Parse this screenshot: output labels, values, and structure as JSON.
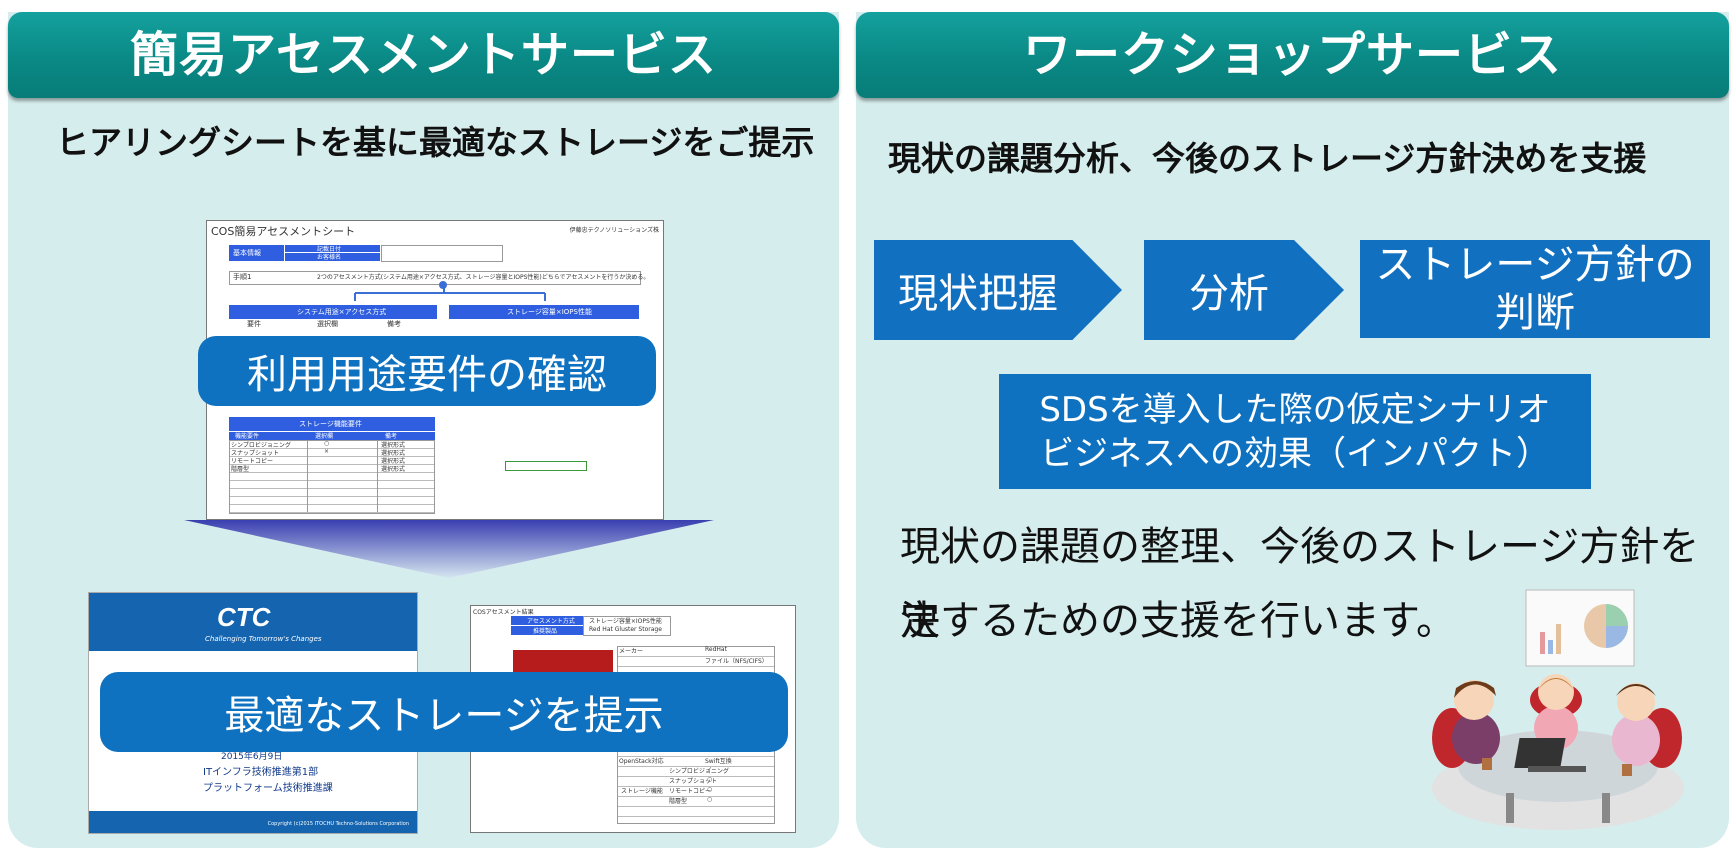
{
  "left": {
    "title": "簡易アセスメントサービス",
    "subtitle": "ヒアリングシートを基に最適なストレージをご提示",
    "sheet": {
      "title": "COS簡易アセスメントシート",
      "corner": "伊藤忠テクノソリューションズ株",
      "row1a": "基本情報",
      "row1b": "記載日付",
      "row1c": "お客様名",
      "step": "手順1",
      "step_text": "2つのアセスメント方式(システム用途×アクセス方式、ストレージ容量とIOPS性能)どちらでアセスメントを行うか決める。",
      "tbl_left": "システム用途×アクセス方式",
      "tbl_right": "ストレージ容量×IOPS性能",
      "col_a": "要件",
      "col_b": "選択欄",
      "col_c": "備考",
      "func_title": "ストレージ機能要件",
      "func_cols": [
        "機能要件",
        "選択欄",
        "備考"
      ],
      "func_rows": [
        [
          "シンプロビジョニング",
          "○",
          "選択形式"
        ],
        [
          "スナップショット",
          "×",
          "選択形式"
        ],
        [
          "リモートコピー",
          "",
          "選択形式"
        ],
        [
          "階層型",
          "",
          "選択形式"
        ]
      ]
    },
    "callout1": "利用用途要件の確認",
    "callout2": "最適なストレージを提示",
    "report": {
      "logo": "CTC",
      "tagline": "Challenging Tomorrow's Changes",
      "date": "2015年6月9日",
      "dept1": "ITインフラ技術推進第1部",
      "dept2": "プラットフォーム技術推進課",
      "copyright": "Copyright (c)2015 ITOCHU Techno-Solutions Corporation"
    },
    "result": {
      "title": "COSアセスメント結果",
      "r1a": "アセスメント方式",
      "r1b": "ストレージ容量×IOPS性能",
      "r2a": "推奨製品",
      "r2b": "Red Hat Gluster Storage",
      "maker_label": "メーカー",
      "maker_value": "RedHat",
      "file_label": "ファイル（NFS/CIFS）",
      "openstack_label": "OpenStack対応",
      "openstack_value": "Swift互換",
      "func_label": "ストレージ機能",
      "funcs": [
        "シンプロビジョニング",
        "スナップショット",
        "リモートコピー",
        "階層型"
      ],
      "marks": [
        "✓",
        "○",
        "○",
        "○"
      ]
    }
  },
  "right": {
    "title": "ワークショップサービス",
    "subtitle": "現状の課題分析、今後のストレージ方針決めを支援",
    "step1": "現状把握",
    "step2": "分析",
    "step3_line1": "ストレージ方針の",
    "step3_line2": "判断",
    "box_line1": "SDSを導入した際の仮定シナリオ",
    "box_line2": "ビジネスへの効果（インパクト）",
    "desc_line1": "現状の課題の整理、今後のストレージ方針を決",
    "desc_line2": "定するための支援を行います。"
  },
  "colors": {
    "teal": "#0a8985",
    "panel": "#d6eded",
    "blue": "#0e72c0"
  }
}
